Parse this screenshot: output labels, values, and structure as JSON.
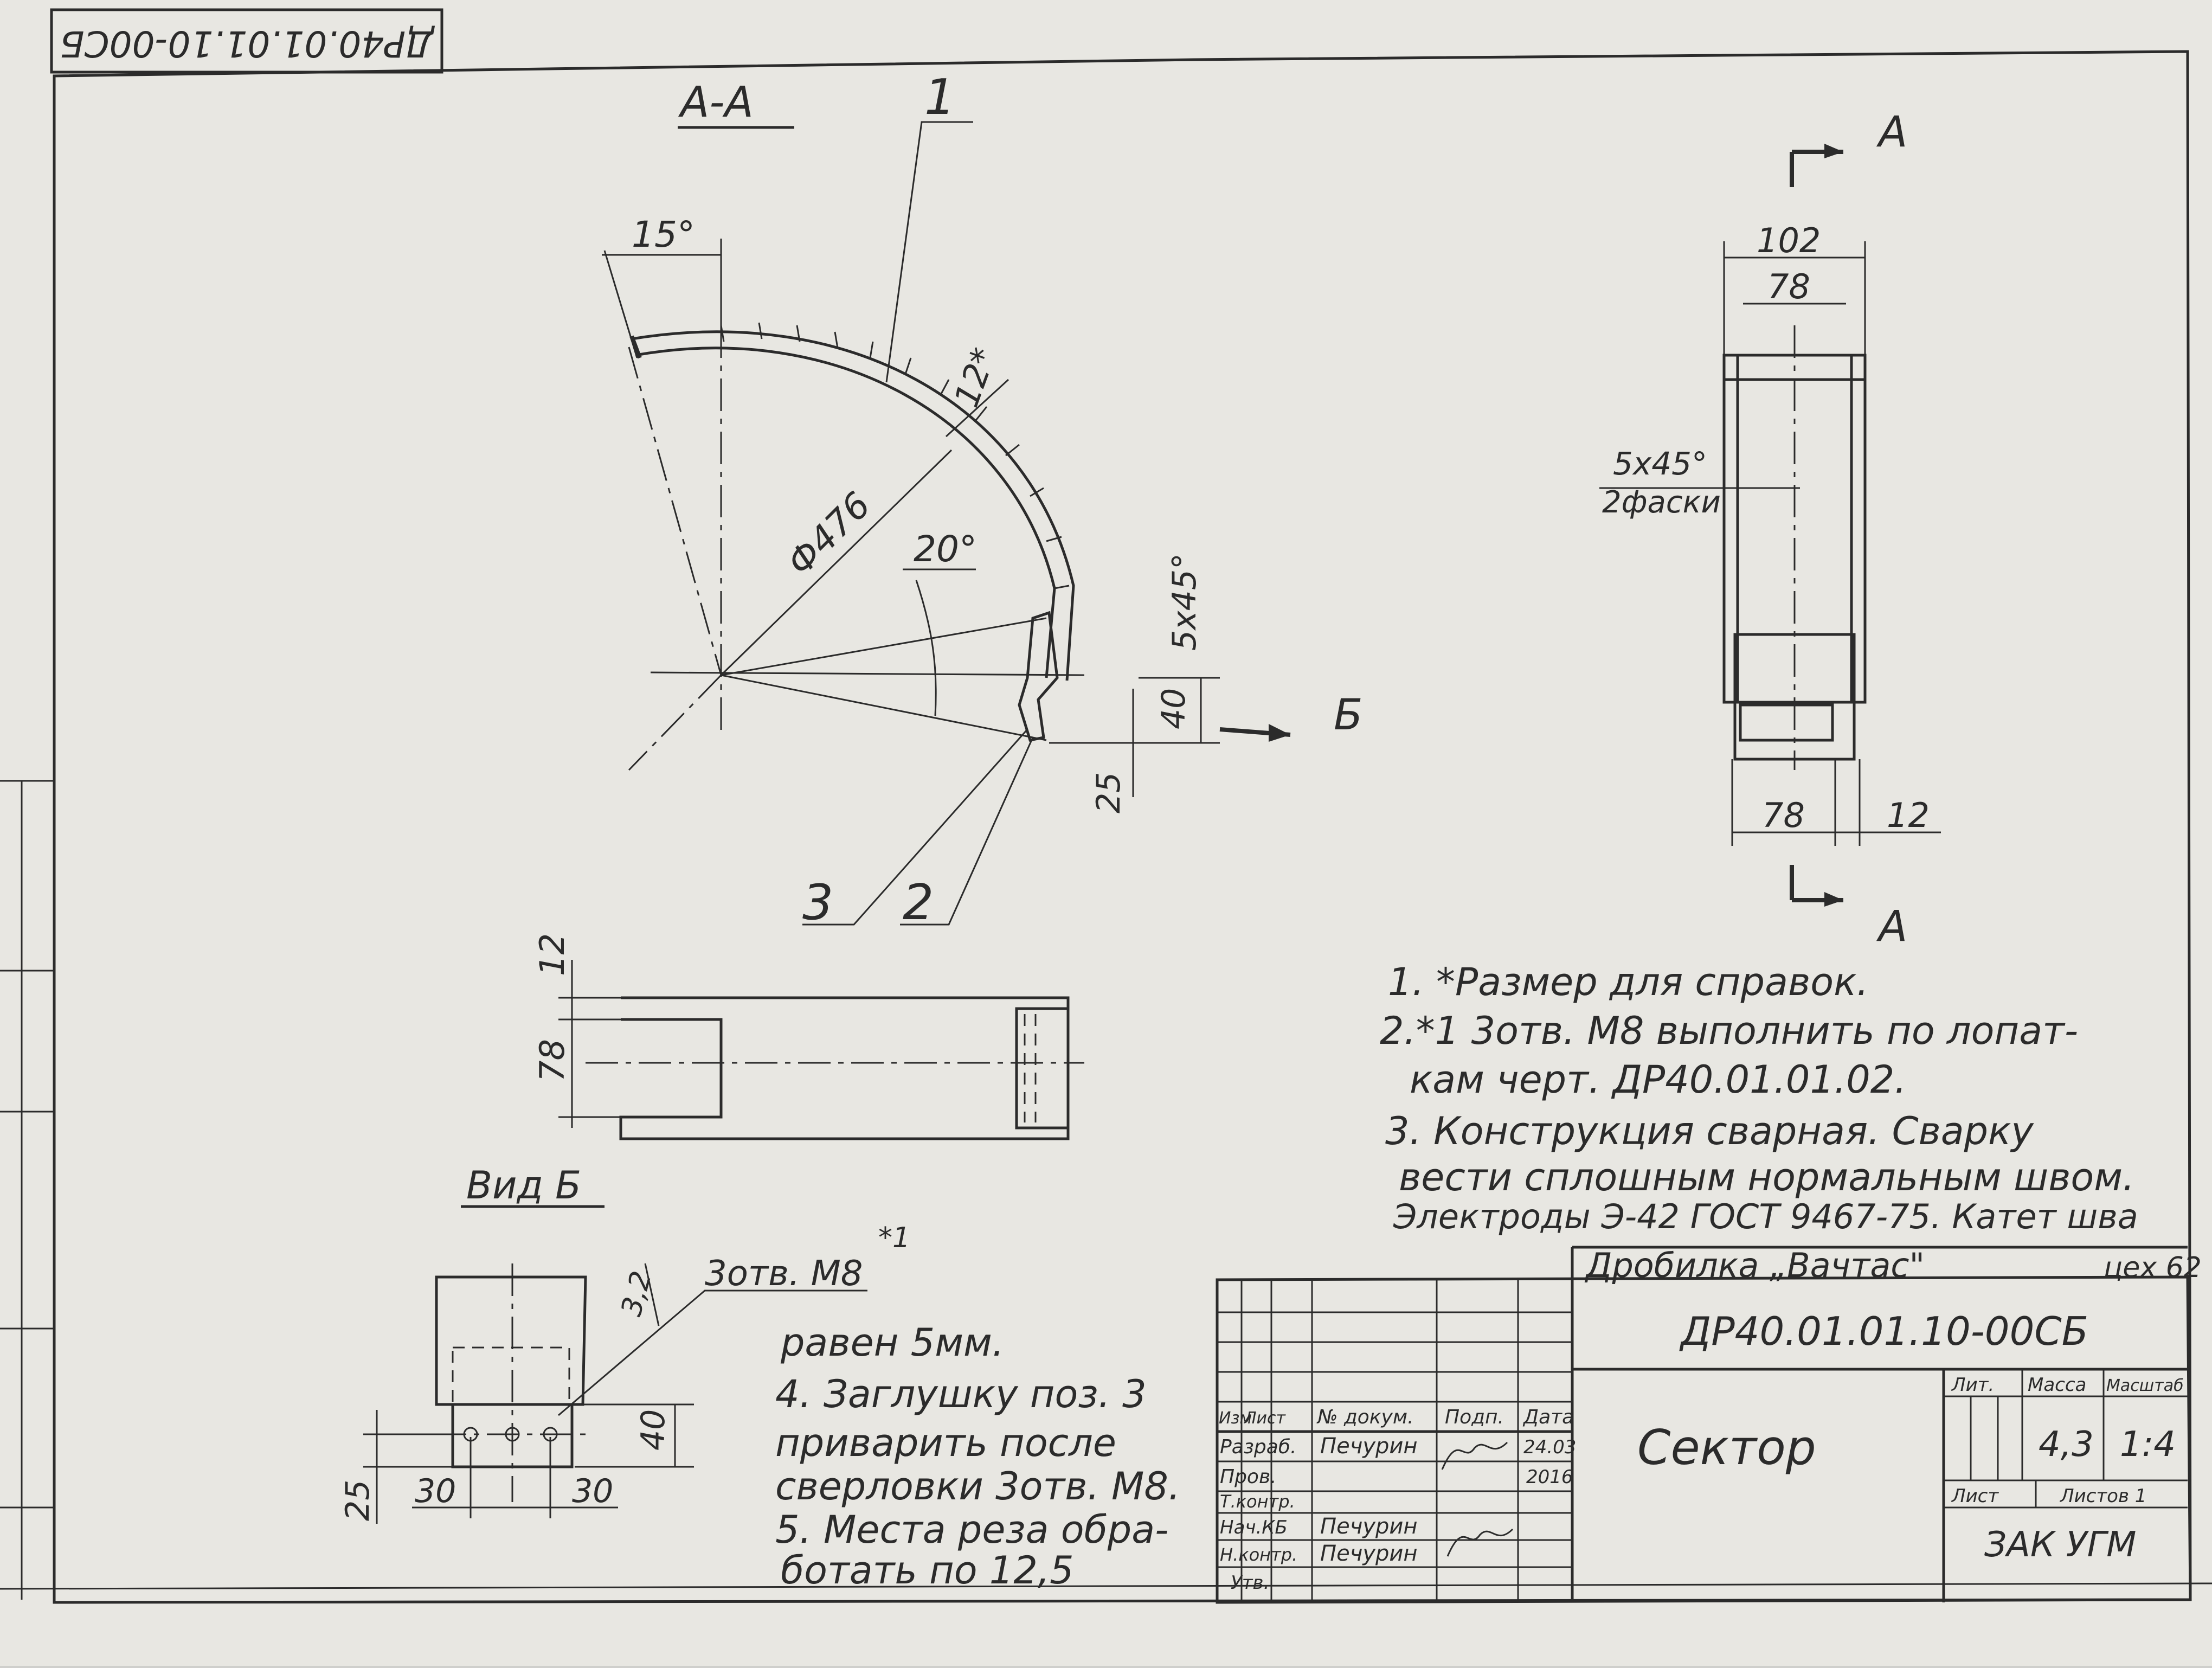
{
  "stamp_code": "ДР40.01.01.10-00СБ",
  "section_label": "А-А",
  "view_label": "Вид Б",
  "section_arrow_letter": "А",
  "view_arrow_letter": "Б",
  "callouts": {
    "c1": "1",
    "c2": "2",
    "c3": "3"
  },
  "dims": {
    "angle_15": "15°",
    "angle_20": "20°",
    "dia_476": "Ф476",
    "thk_12": "12*",
    "chamfer_a": "5х45°",
    "d40": "40",
    "d25": "25",
    "w102": "102",
    "w78_top": "78",
    "chamfer_b": "5х45°",
    "chamfer_b2": "2фаски",
    "w78_bottom": "78",
    "w12_bottom": "12",
    "side_12": "12",
    "side_78": "78",
    "vb_3otv": "3отв. М8",
    "vb_star": "*1",
    "vb_rough": "3,2",
    "vb_40": "40",
    "vb_25": "25",
    "vb_30a": "30",
    "vb_30b": "30"
  },
  "notes": [
    "1. *Размер для справок.",
    "2.*1 3отв. М8 выполнить по лопат-",
    "кам черт. ДР40.01.01.02.",
    "3. Конструкция сварная. Сварку",
    "вести сплошным нормальным швом.",
    "Электроды Э-42 ГОСТ 9467-75. Катет шва",
    "равен 5мм.",
    "4. Заглушку поз. 3",
    "приварить после",
    "сверловки 3отв. М8.",
    "5. Места реза обра-",
    "ботать по 12,5"
  ],
  "title_block": {
    "project": "Дробилка „Вачтас\"",
    "shop": "цех 62",
    "designation": "ДР40.01.01.10-00СБ",
    "part_name": "Сектор",
    "hdr_izm": "Изм",
    "hdr_list": "Лист",
    "hdr_ndoc": "№ докум.",
    "hdr_podp": "Подп.",
    "hdr_data": "Дата",
    "r_razrab": "Разраб.",
    "r_prov": "Пров.",
    "r_tkontr": "Т.контр.",
    "r_nachkb": "Нач.КБ",
    "r_nkontr": "Н.контр.",
    "r_utv": "Утв.",
    "n_razrab": "Печурин",
    "n_nachkb": "Печурин",
    "n_nkontr": "Печурин",
    "date_1": "24.03",
    "date_2": "2016",
    "lit": "Лит.",
    "massa": "Масса",
    "masshtab": "Масштаб",
    "mass_val": "4,3",
    "scale_val": "1:4",
    "list": "Лист",
    "listov": "Листов 1",
    "org": "ЗАК УГМ"
  }
}
